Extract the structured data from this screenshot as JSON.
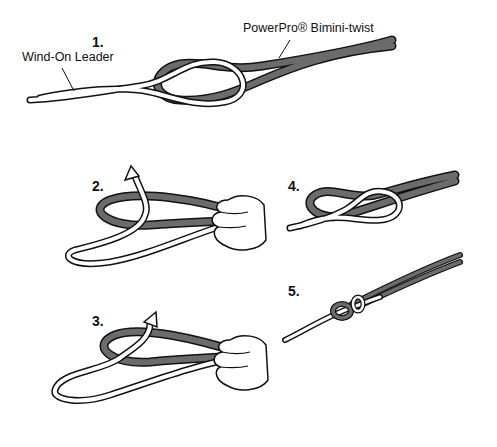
{
  "diagram": {
    "labels": [
      "PowerPro® Bimini-twist",
      "1.",
      "Wind-On Leader",
      "2.",
      "4.",
      "5.",
      "3."
    ]
  }
}
